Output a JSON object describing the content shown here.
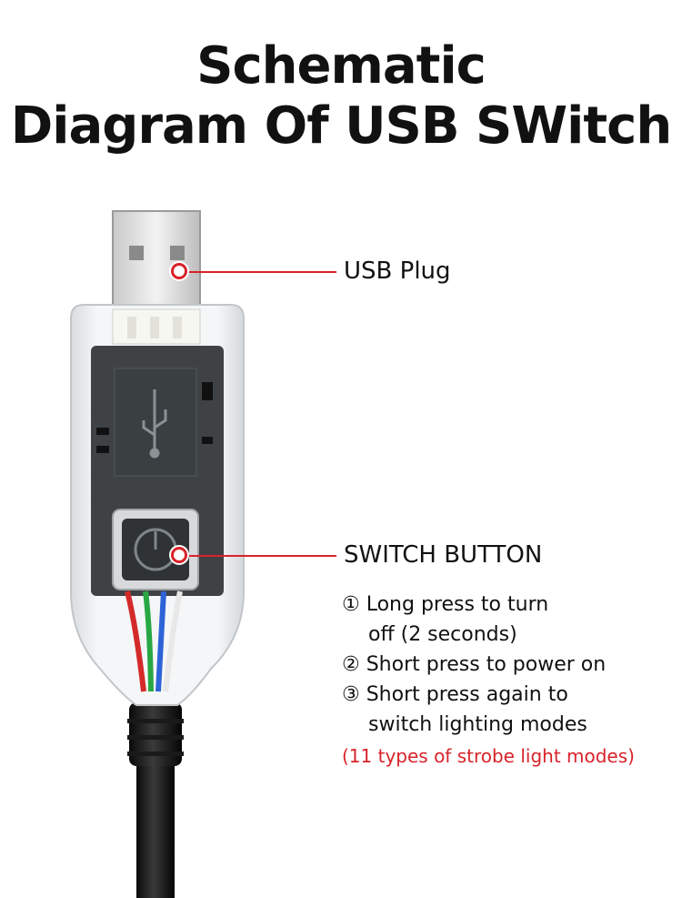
{
  "title": {
    "line1": "Schematic",
    "line2": "Diagram Of USB SWitch"
  },
  "callouts": {
    "usb_plug": "USB Plug",
    "switch_button": "SWITCH BUTTON"
  },
  "instructions": {
    "step1_a": "① Long press to turn",
    "step1_b": "off (2 seconds)",
    "step2": "②  Short press to power on",
    "step3_a": "③ Short press again to",
    "step3_b": "switch lighting modes",
    "note": "(11 types of strobe light modes)"
  },
  "colors": {
    "accent": "#d8232a",
    "text": "#111111"
  }
}
